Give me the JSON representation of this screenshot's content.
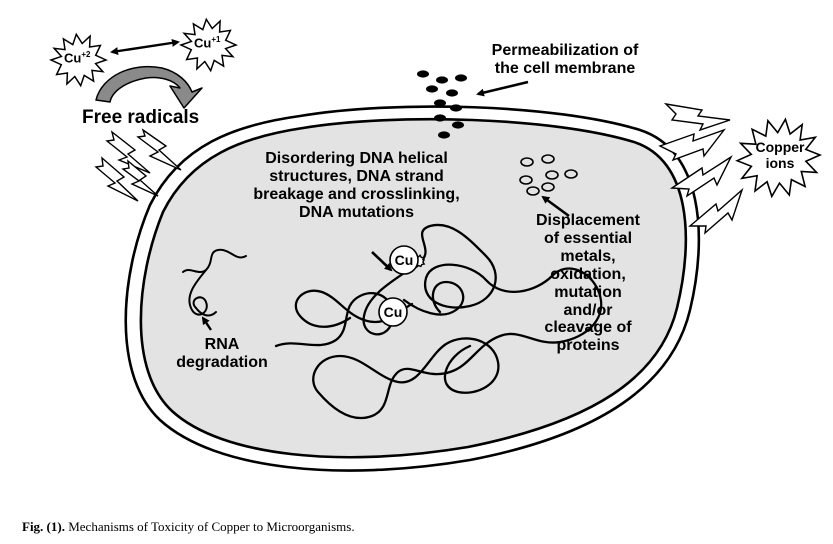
{
  "ions": {
    "cu2": {
      "base": "Cu",
      "charge": "+2"
    },
    "cu1": {
      "base": "Cu",
      "charge": "+1"
    },
    "copper_ions": [
      "Copper",
      "ions"
    ],
    "cu_marker": "Cu"
  },
  "labels": {
    "free_radicals": "Free radicals",
    "permeabilization": [
      "Permeabilization of",
      "the cell membrane"
    ],
    "dna": [
      "Disordering DNA helical",
      "structures, DNA strand",
      "breakage and crosslinking,",
      "DNA mutations"
    ],
    "rna": [
      "RNA",
      "degradation"
    ],
    "proteins": [
      "Displacement",
      "of essential",
      "metals,",
      "oxidation,",
      "mutation",
      "and/or",
      "cleavage of",
      "proteins"
    ]
  },
  "caption": {
    "prefix": "Fig. (1).",
    "text": " Mechanisms of Toxicity of Copper to Microorganisms."
  },
  "colors": {
    "cell_fill": "#e3e3e3",
    "outline": "#000000",
    "arc_arrow_fill": "#8a8a8a",
    "bolt_fill": "#ffffff"
  }
}
